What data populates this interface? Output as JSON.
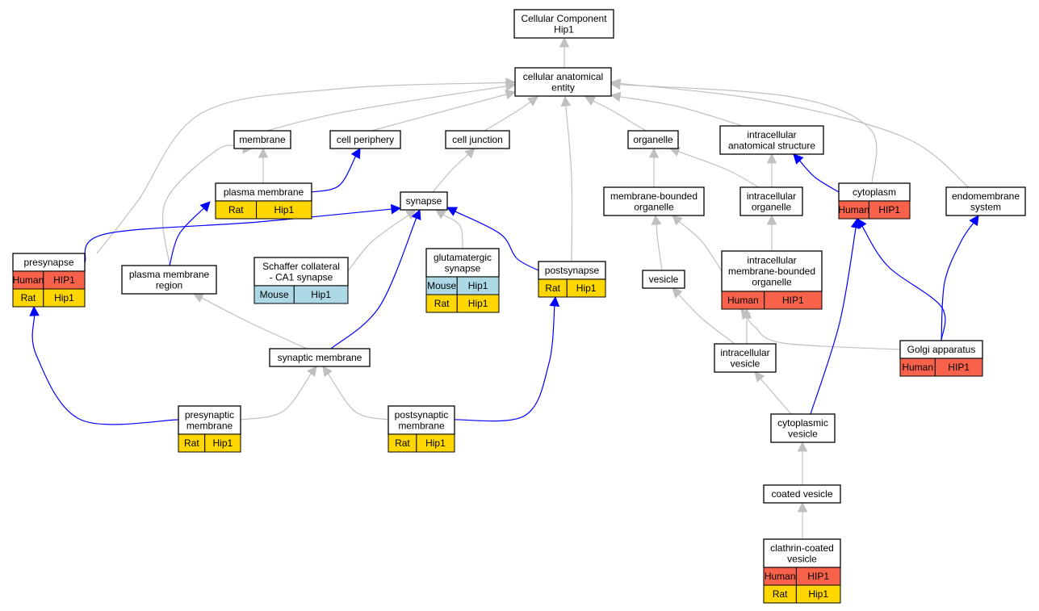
{
  "colors": {
    "is_a_edge": "#c0c0c0",
    "part_of_edge": "#0000ff",
    "Human": "#f8624a",
    "Rat": "#ffd700",
    "Mouse": "#add8e6"
  },
  "nodes": [
    {
      "id": "root",
      "name": "cellular-component-node",
      "lines": [
        "Cellular Component",
        "Hip1"
      ],
      "rows": []
    },
    {
      "id": "cae",
      "name": "cellular-anatomical-entity-node",
      "lines": [
        "cellular anatomical",
        "entity"
      ],
      "rows": []
    },
    {
      "id": "membrane",
      "name": "membrane-node",
      "lines": [
        "membrane"
      ],
      "rows": []
    },
    {
      "id": "cellperiphery",
      "name": "cell-periphery-node",
      "lines": [
        "cell periphery"
      ],
      "rows": []
    },
    {
      "id": "celljunction",
      "name": "cell-junction-node",
      "lines": [
        "cell junction"
      ],
      "rows": []
    },
    {
      "id": "organelle",
      "name": "organelle-node",
      "lines": [
        "organelle"
      ],
      "rows": []
    },
    {
      "id": "ias",
      "name": "intracellular-anatomical-structure-node",
      "lines": [
        "intracellular",
        "anatomical structure"
      ],
      "rows": []
    },
    {
      "id": "plasmamembrane",
      "name": "plasma-membrane-node",
      "lines": [
        "plasma membrane"
      ],
      "rows": [
        {
          "species": "Rat",
          "gene": "Hip1"
        }
      ]
    },
    {
      "id": "synapse",
      "name": "synapse-node",
      "lines": [
        "synapse"
      ],
      "rows": []
    },
    {
      "id": "mbo",
      "name": "membrane-bounded-organelle-node",
      "lines": [
        "membrane-bounded",
        "organelle"
      ],
      "rows": []
    },
    {
      "id": "intraorg",
      "name": "intracellular-organelle-node",
      "lines": [
        "intracellular",
        "organelle"
      ],
      "rows": []
    },
    {
      "id": "cytoplasm",
      "name": "cytoplasm-node",
      "lines": [
        "cytoplasm"
      ],
      "rows": [
        {
          "species": "Human",
          "gene": "HIP1"
        }
      ]
    },
    {
      "id": "endomembrane",
      "name": "endomembrane-system-node",
      "lines": [
        "endomembrane",
        "system"
      ],
      "rows": []
    },
    {
      "id": "presynapse",
      "name": "presynapse-node",
      "lines": [
        "presynapse"
      ],
      "rows": [
        {
          "species": "Human",
          "gene": "HIP1"
        },
        {
          "species": "Rat",
          "gene": "Hip1"
        }
      ]
    },
    {
      "id": "pmregion",
      "name": "plasma-membrane-region-node",
      "lines": [
        "plasma membrane",
        "region"
      ],
      "rows": []
    },
    {
      "id": "schaffer",
      "name": "schaffer-collateral-ca1-synapse-node",
      "lines": [
        "Schaffer collateral",
        "- CA1 synapse"
      ],
      "rows": [
        {
          "species": "Mouse",
          "gene": "Hip1"
        }
      ]
    },
    {
      "id": "glutamatergic",
      "name": "glutamatergic-synapse-node",
      "lines": [
        "glutamatergic",
        "synapse"
      ],
      "rows": [
        {
          "species": "Mouse",
          "gene": "Hip1"
        },
        {
          "species": "Rat",
          "gene": "Hip1"
        }
      ]
    },
    {
      "id": "postsynapse",
      "name": "postsynapse-node",
      "lines": [
        "postsynapse"
      ],
      "rows": [
        {
          "species": "Rat",
          "gene": "Hip1"
        }
      ]
    },
    {
      "id": "vesicle",
      "name": "vesicle-node",
      "lines": [
        "vesicle"
      ],
      "rows": []
    },
    {
      "id": "imbo",
      "name": "intracellular-membrane-bounded-organelle-node",
      "lines": [
        "intracellular",
        "membrane-bounded",
        "organelle"
      ],
      "rows": [
        {
          "species": "Human",
          "gene": "HIP1"
        }
      ]
    },
    {
      "id": "synmem",
      "name": "synaptic-membrane-node",
      "lines": [
        "synaptic membrane"
      ],
      "rows": []
    },
    {
      "id": "intravesicle",
      "name": "intracellular-vesicle-node",
      "lines": [
        "intracellular",
        "vesicle"
      ],
      "rows": []
    },
    {
      "id": "golgi",
      "name": "golgi-apparatus-node",
      "lines": [
        "Golgi apparatus"
      ],
      "rows": [
        {
          "species": "Human",
          "gene": "HIP1"
        }
      ]
    },
    {
      "id": "premem",
      "name": "presynaptic-membrane-node",
      "lines": [
        "presynaptic",
        "membrane"
      ],
      "rows": [
        {
          "species": "Rat",
          "gene": "Hip1"
        }
      ]
    },
    {
      "id": "postmem",
      "name": "postsynaptic-membrane-node",
      "lines": [
        "postsynaptic",
        "membrane"
      ],
      "rows": [
        {
          "species": "Rat",
          "gene": "Hip1"
        }
      ]
    },
    {
      "id": "cytovesicle",
      "name": "cytoplasmic-vesicle-node",
      "lines": [
        "cytoplasmic",
        "vesicle"
      ],
      "rows": []
    },
    {
      "id": "coated",
      "name": "coated-vesicle-node",
      "lines": [
        "coated vesicle"
      ],
      "rows": []
    },
    {
      "id": "clathrin",
      "name": "clathrin-coated-vesicle-node",
      "lines": [
        "clathrin-coated",
        "vesicle"
      ],
      "rows": [
        {
          "species": "Human",
          "gene": "HIP1"
        },
        {
          "species": "Rat",
          "gene": "Hip1"
        }
      ]
    }
  ],
  "edges": [
    {
      "from": "cae",
      "to": "root",
      "type": "is_a"
    },
    {
      "from": "membrane",
      "to": "cae",
      "type": "is_a"
    },
    {
      "from": "cellperiphery",
      "to": "cae",
      "type": "is_a"
    },
    {
      "from": "celljunction",
      "to": "cae",
      "type": "is_a"
    },
    {
      "from": "organelle",
      "to": "cae",
      "type": "is_a"
    },
    {
      "from": "ias",
      "to": "cae",
      "type": "is_a"
    },
    {
      "from": "cytoplasm",
      "to": "cae",
      "type": "is_a"
    },
    {
      "from": "endomembrane",
      "to": "cae",
      "type": "is_a"
    },
    {
      "from": "presynapse",
      "to": "cae",
      "type": "is_a"
    },
    {
      "from": "postsynapse",
      "to": "cae",
      "type": "is_a"
    },
    {
      "from": "plasmamembrane",
      "to": "membrane",
      "type": "is_a"
    },
    {
      "from": "pmregion",
      "to": "membrane",
      "type": "is_a"
    },
    {
      "from": "plasmamembrane",
      "to": "cellperiphery",
      "type": "part_of"
    },
    {
      "from": "synapse",
      "to": "celljunction",
      "type": "is_a"
    },
    {
      "from": "mbo",
      "to": "organelle",
      "type": "is_a"
    },
    {
      "from": "intraorg",
      "to": "organelle",
      "type": "is_a"
    },
    {
      "from": "intraorg",
      "to": "ias",
      "type": "is_a"
    },
    {
      "from": "cytoplasm",
      "to": "ias",
      "type": "part_of"
    },
    {
      "from": "pmregion",
      "to": "plasmamembrane",
      "type": "part_of"
    },
    {
      "from": "presynapse",
      "to": "synapse",
      "type": "part_of"
    },
    {
      "from": "schaffer",
      "to": "synapse",
      "type": "is_a"
    },
    {
      "from": "glutamatergic",
      "to": "synapse",
      "type": "is_a"
    },
    {
      "from": "postsynapse",
      "to": "synapse",
      "type": "part_of"
    },
    {
      "from": "synmem",
      "to": "synapse",
      "type": "part_of"
    },
    {
      "from": "vesicle",
      "to": "mbo",
      "type": "is_a"
    },
    {
      "from": "imbo",
      "to": "mbo",
      "type": "is_a"
    },
    {
      "from": "imbo",
      "to": "intraorg",
      "type": "is_a"
    },
    {
      "from": "synmem",
      "to": "pmregion",
      "type": "is_a"
    },
    {
      "from": "premem",
      "to": "presynapse",
      "type": "part_of"
    },
    {
      "from": "premem",
      "to": "synmem",
      "type": "is_a"
    },
    {
      "from": "postmem",
      "to": "synmem",
      "type": "is_a"
    },
    {
      "from": "postmem",
      "to": "postsynapse",
      "type": "part_of"
    },
    {
      "from": "intravesicle",
      "to": "vesicle",
      "type": "is_a"
    },
    {
      "from": "intravesicle",
      "to": "imbo",
      "type": "is_a"
    },
    {
      "from": "golgi",
      "to": "imbo",
      "type": "is_a"
    },
    {
      "from": "golgi",
      "to": "cytoplasm",
      "type": "part_of"
    },
    {
      "from": "golgi",
      "to": "endomembrane",
      "type": "part_of"
    },
    {
      "from": "cytovesicle",
      "to": "intravesicle",
      "type": "is_a"
    },
    {
      "from": "cytovesicle",
      "to": "cytoplasm",
      "type": "part_of"
    },
    {
      "from": "coated",
      "to": "cytovesicle",
      "type": "is_a"
    },
    {
      "from": "clathrin",
      "to": "coated",
      "type": "is_a"
    }
  ]
}
